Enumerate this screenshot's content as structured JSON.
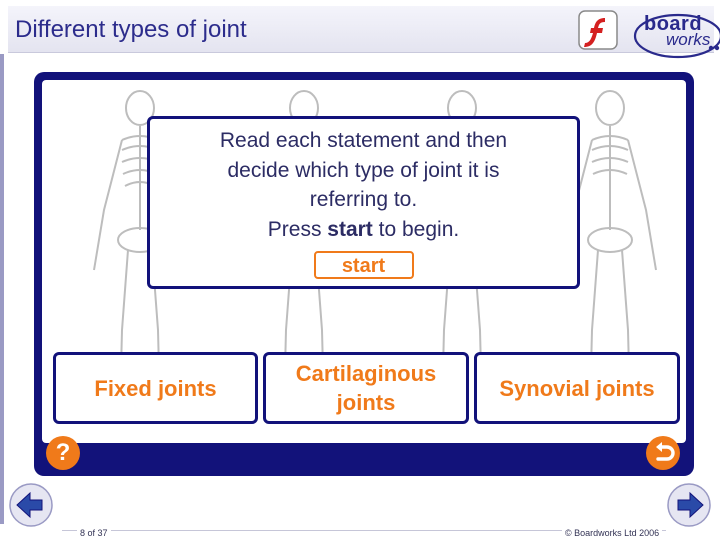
{
  "header": {
    "title": "Different types of joint",
    "logo_word1": "board",
    "logo_word2": "works"
  },
  "instruction": {
    "line1": "Read each statement and then",
    "line2": "decide which type of joint it is",
    "line3": "referring to.",
    "line4_pre": "Press ",
    "line4_bold": "start",
    "line4_post": " to begin.",
    "start_label": "start"
  },
  "options": [
    {
      "label_line1": "Fixed joints",
      "label_line2": ""
    },
    {
      "label_line1": "Cartilaginous",
      "label_line2": "joints"
    },
    {
      "label_line1": "Synovial joints",
      "label_line2": ""
    }
  ],
  "buttons": {
    "help_label": "?",
    "help_icon": "question-mark-icon",
    "reset_icon": "return-arrow-icon"
  },
  "footer": {
    "page": "8 of 37",
    "copyright": "© Boardworks Ltd 2006"
  },
  "colors": {
    "frame": "#12127a",
    "accent": "#f07a1a",
    "title": "#2c2c8c"
  }
}
